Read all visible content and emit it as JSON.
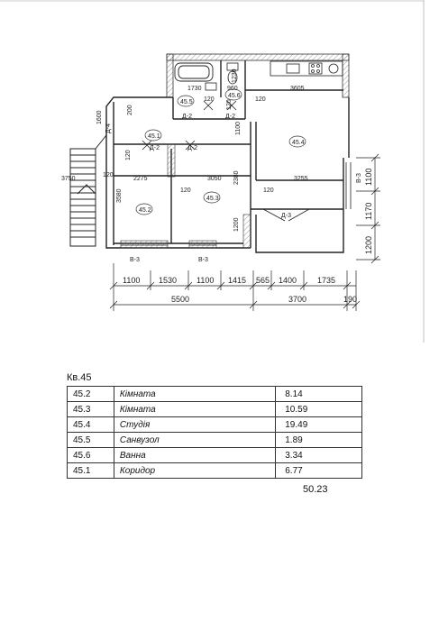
{
  "plan": {
    "dims_inner": {
      "d1730": "1730",
      "d960": "960",
      "d3605": "3605",
      "d120a": "120",
      "d120b": "120",
      "d1230": "1230",
      "d120c": "120",
      "d200": "200",
      "d1600": "1600",
      "d120d": "120",
      "d1100a": "1100",
      "d2275": "2275",
      "d3050": "3050",
      "d3255": "3255",
      "d3750": "3750",
      "d120e": "120",
      "d120f": "120",
      "d120g": "120",
      "d3580": "3580",
      "d2380": "2380",
      "d1200a": "1200"
    },
    "dims_bottom": [
      "1100",
      "1530",
      "1100",
      "1415",
      "565",
      "1400",
      "1735"
    ],
    "dims_total": [
      "5500",
      "3700",
      "190"
    ],
    "dims_right": [
      "1100",
      "1170",
      "1200"
    ],
    "doors": {
      "d4": "Д-4",
      "d2a": "Д-2",
      "d2b": "Д-2",
      "d2c": "Д-2",
      "d2d": "Д-2",
      "d3": "Д-3"
    },
    "windows": {
      "w3a": "В-3",
      "w3b": "В-3",
      "w3c": "В-3"
    },
    "room_tags": {
      "r55": "45.5",
      "r56": "45.6",
      "r54": "45.4",
      "r51": "45.1",
      "r52": "45.2",
      "r53": "45.3"
    }
  },
  "apartment": {
    "title": "Кв.45",
    "rooms": [
      {
        "code": "45.2",
        "name": "Кімната",
        "area": "8.14"
      },
      {
        "code": "45.3",
        "name": "Кімната",
        "area": "10.59"
      },
      {
        "code": "45.4",
        "name": "Студія",
        "area": "19.49"
      },
      {
        "code": "45.5",
        "name": "Санвузол",
        "area": "1.89"
      },
      {
        "code": "45.6",
        "name": "Ванна",
        "area": "3.34"
      },
      {
        "code": "45.1",
        "name": "Коридор",
        "area": "6.77"
      }
    ],
    "total": "50.23"
  }
}
